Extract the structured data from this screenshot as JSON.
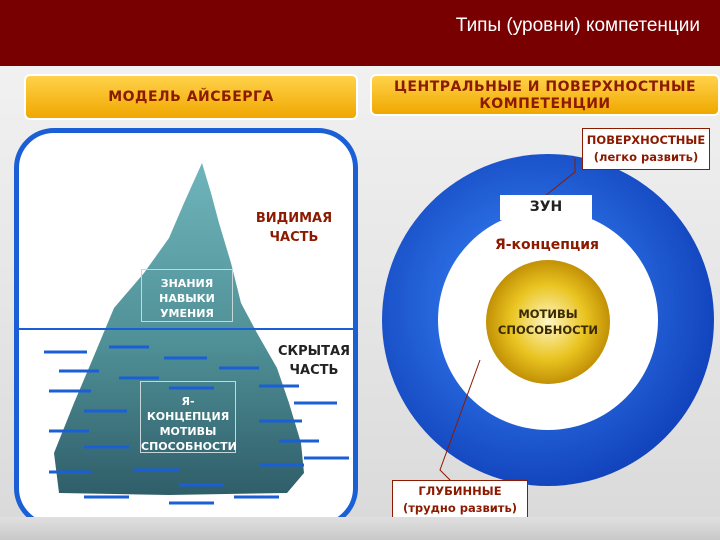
{
  "header": {
    "title": "Типы (уровни) компетенции"
  },
  "left": {
    "heading": "МОДЕЛЬ АЙСБЕРГА",
    "visible_label": [
      "ВИДИМАЯ",
      "ЧАСТЬ"
    ],
    "hidden_label": [
      "СКРЫТАЯ",
      "ЧАСТЬ"
    ],
    "tip_box": [
      "ЗНАНИЯ",
      "НАВЫКИ",
      "УМЕНИЯ"
    ],
    "base_box": [
      "Я-КОНЦЕПЦИЯ",
      "МОТИВЫ",
      "СПОСОБНОСТИ"
    ]
  },
  "right": {
    "heading_line1": "ЦЕНТРАЛЬНЫЕ И ПОВЕРХНОСТНЫЕ",
    "heading_line2": "КОМПЕТЕНЦИИ",
    "surface_note": [
      "ПОВЕРХНОСТНЫЕ",
      "(легко развить)"
    ],
    "outer_ring_label": "ЗУН",
    "middle_ring_label": "Я-концепция",
    "core_label": [
      "МОТИВЫ",
      "СПОСОБНОСТИ"
    ],
    "deep_note": [
      "ГЛУБИННЫЕ",
      "(трудно развить)"
    ]
  },
  "colors": {
    "header": "#780000",
    "accent_blue": "#1a5fd6",
    "label_gold": "#f0a800",
    "text_brown": "#8b1a00",
    "iceberg_teal": "#4f8f96"
  }
}
